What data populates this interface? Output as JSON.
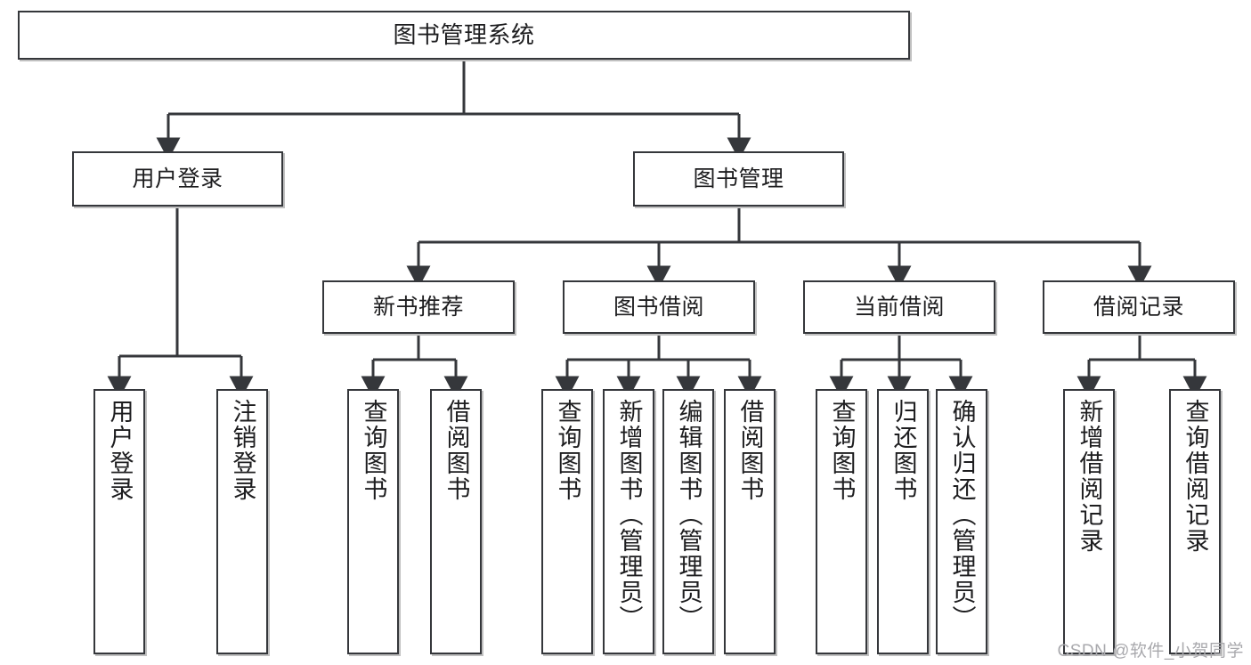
{
  "diagram": {
    "title": "图书管理系统",
    "type": "tree-hierarchy",
    "watermark": "CSDN @软件_小贺同学",
    "colors": {
      "box_border": "#35373b",
      "box_fill": "#ffffff",
      "connector": "#35373b",
      "text": "#1d1d1f",
      "watermark": "#a9a9ad",
      "background": "#ffffff"
    }
  },
  "nodes": {
    "root": {
      "label": "图书管理系统"
    },
    "level2": [
      {
        "id": "user-login",
        "label": "用户登录"
      },
      {
        "id": "book-manage",
        "label": "图书管理"
      }
    ],
    "level3": [
      {
        "id": "new-book-recommend",
        "label": "新书推荐"
      },
      {
        "id": "book-borrow",
        "label": "图书借阅"
      },
      {
        "id": "current-borrow",
        "label": "当前借阅"
      },
      {
        "id": "borrow-record",
        "label": "借阅记录"
      }
    ],
    "leaves": {
      "user_login": [
        {
          "id": "leaf-user-login",
          "label": "用户登录"
        },
        {
          "id": "leaf-logout-login",
          "label": "注销登录"
        }
      ],
      "new_book_recommend": [
        {
          "id": "leaf-query-book-1",
          "label": "查询图书"
        },
        {
          "id": "leaf-borrow-book-1",
          "label": "借阅图书"
        }
      ],
      "book_borrow": [
        {
          "id": "leaf-query-book-2",
          "label": "查询图书"
        },
        {
          "id": "leaf-add-book",
          "label": "新增图书（管理员）"
        },
        {
          "id": "leaf-edit-book",
          "label": "编辑图书（管理员）"
        },
        {
          "id": "leaf-borrow-book-2",
          "label": "借阅图书"
        }
      ],
      "current_borrow": [
        {
          "id": "leaf-query-book-3",
          "label": "查询图书"
        },
        {
          "id": "leaf-return-book",
          "label": "归还图书"
        },
        {
          "id": "leaf-confirm-return",
          "label": "确认归还（管理员）"
        }
      ],
      "borrow_record": [
        {
          "id": "leaf-add-record",
          "label": "新增借阅记录"
        },
        {
          "id": "leaf-query-record",
          "label": "查询借阅记录"
        }
      ]
    }
  }
}
